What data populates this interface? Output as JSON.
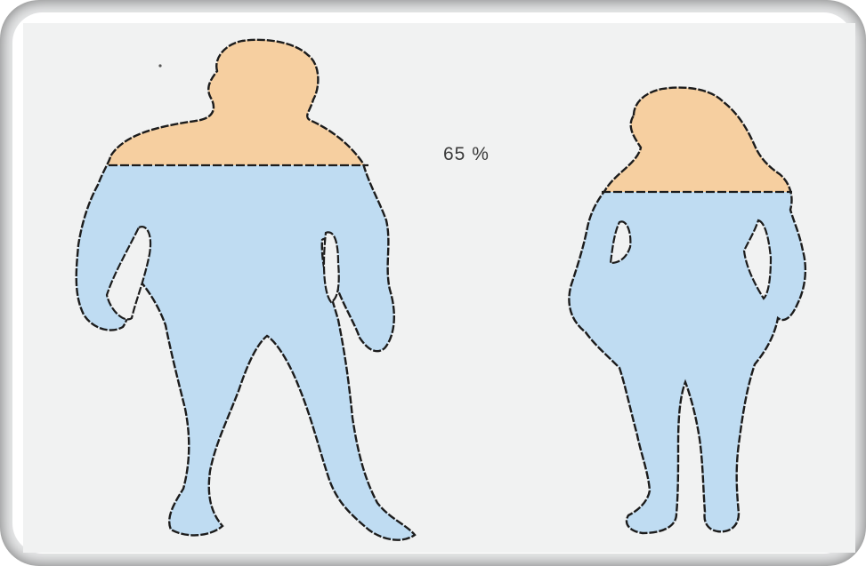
{
  "figure": {
    "percentage_label": "65 %",
    "water_share": 65,
    "colors": {
      "water": "#bfdcf2",
      "upper": "#f6cfa0",
      "outline": "#1c1c1c",
      "background": "#f1f2f2"
    },
    "figures": [
      "male-silhouette",
      "female-silhouette"
    ]
  }
}
